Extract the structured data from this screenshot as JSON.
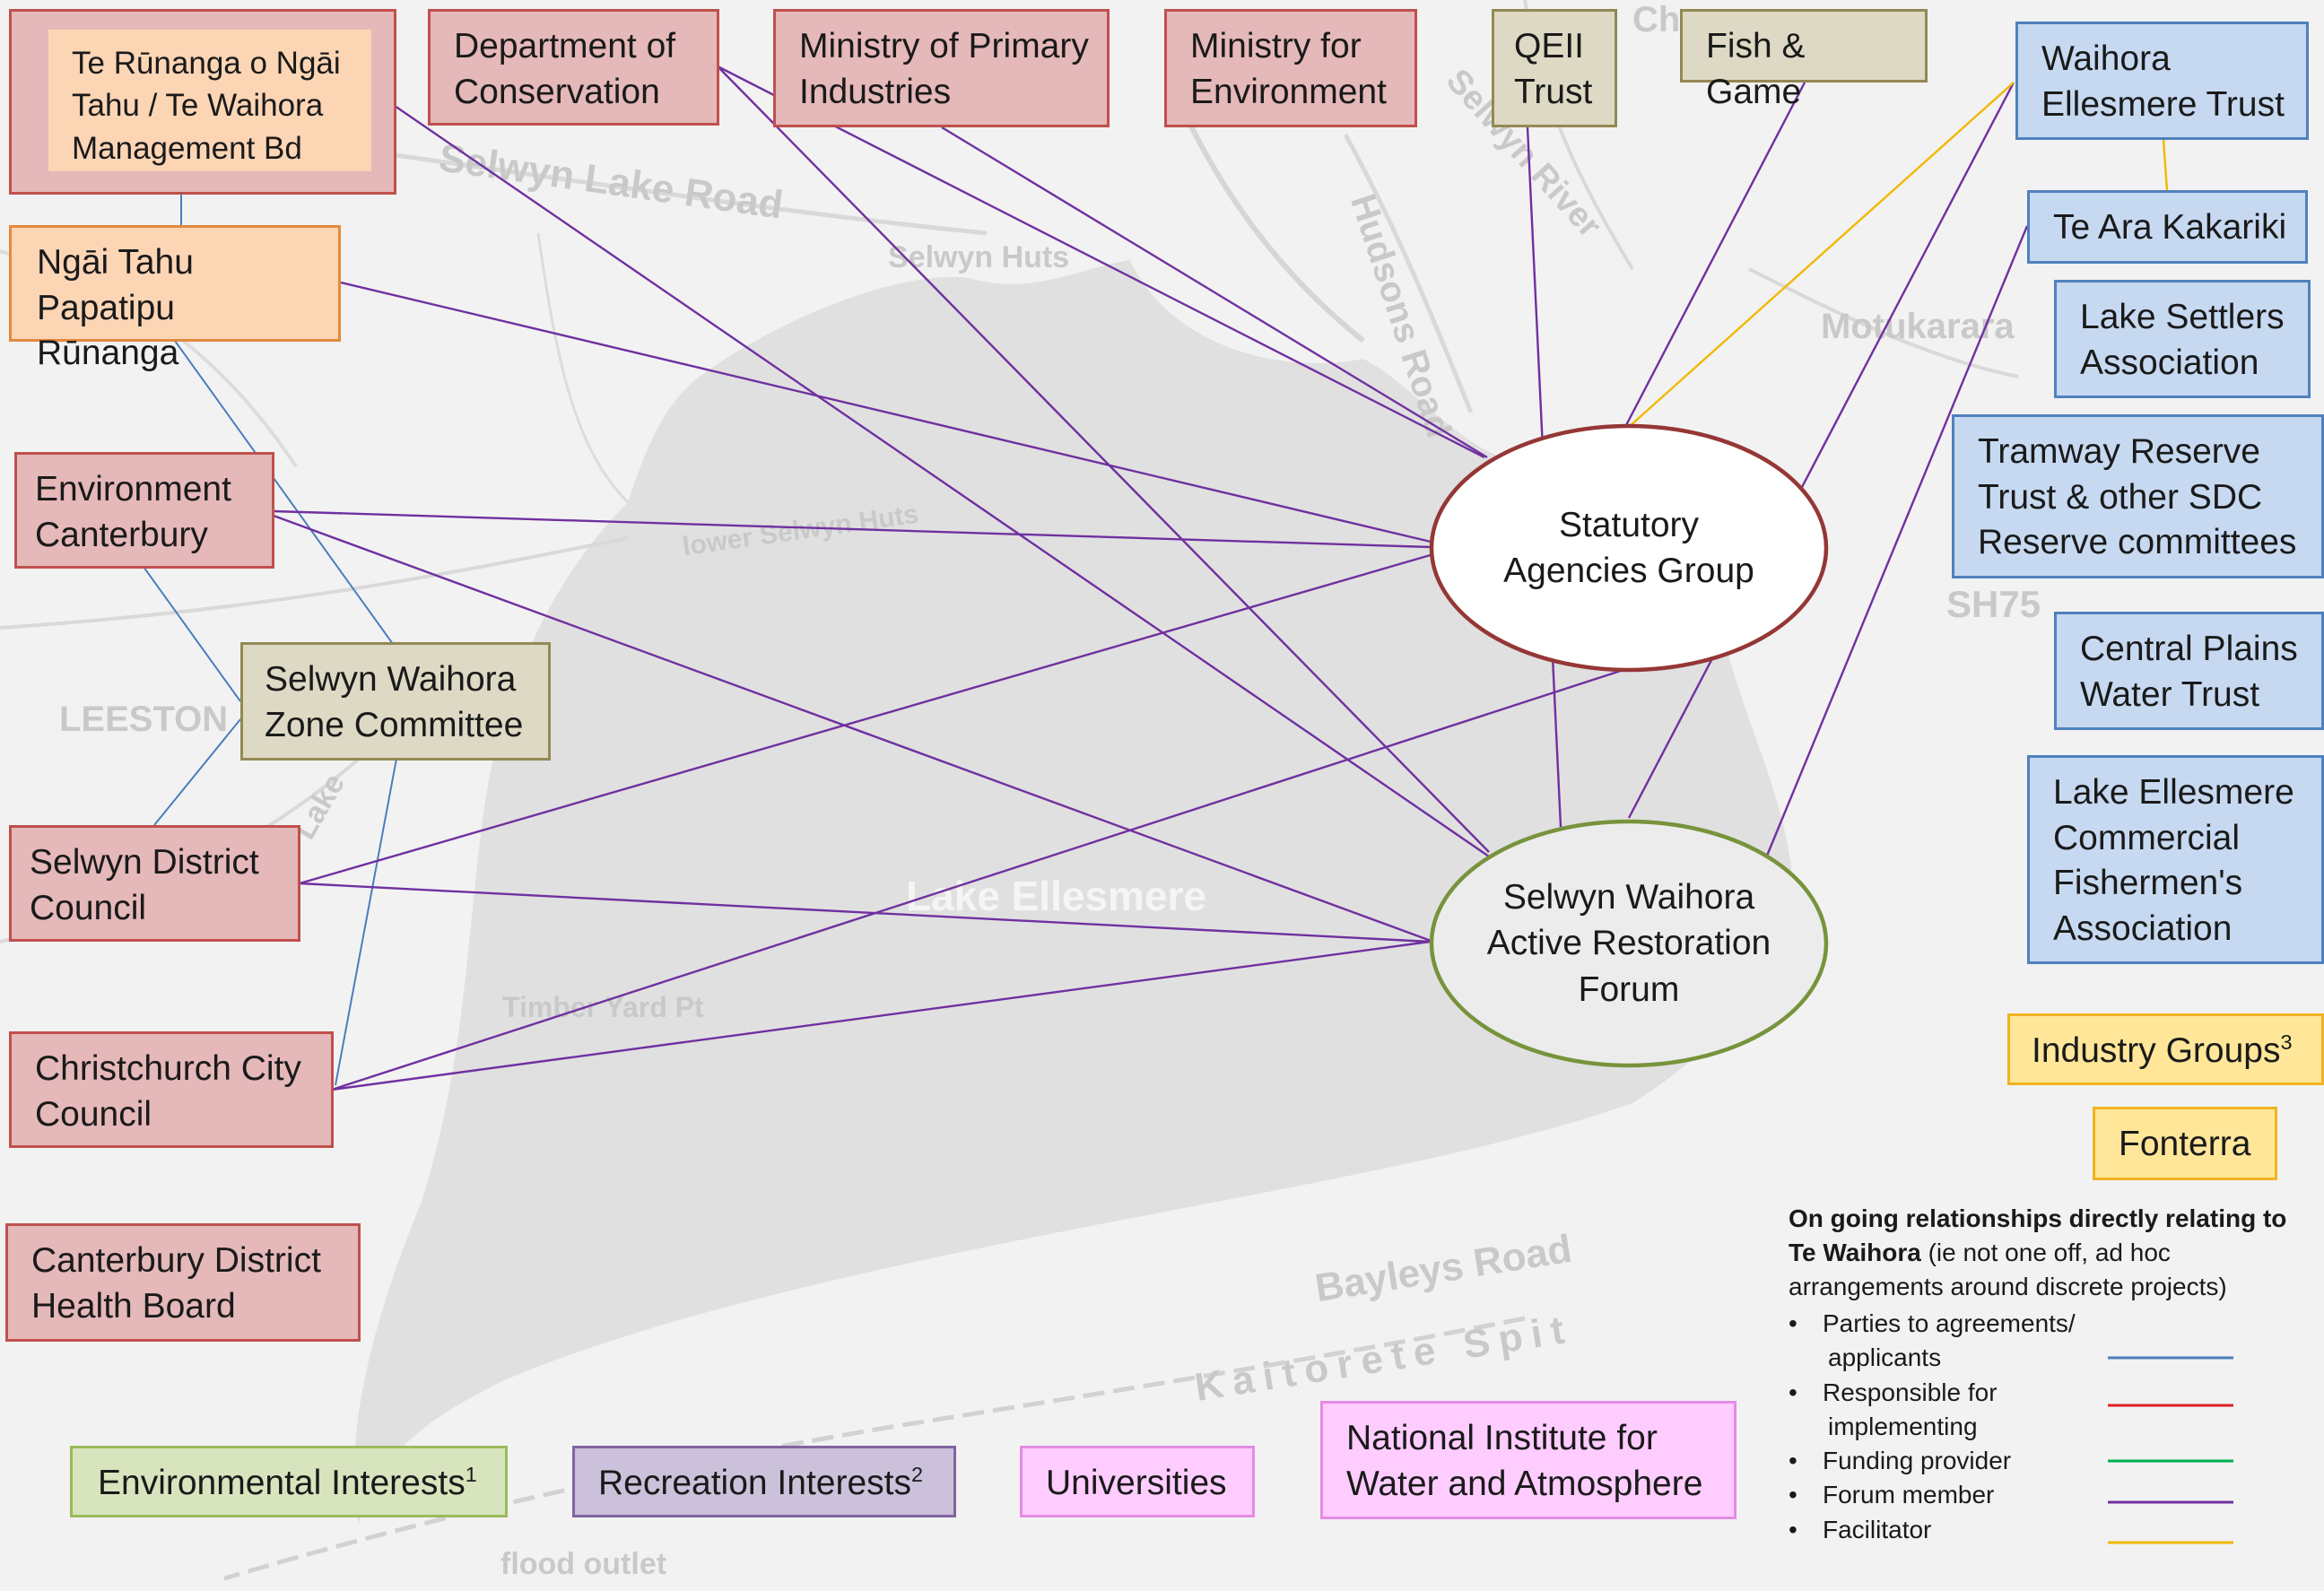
{
  "map_labels": {
    "selwyn_lake_road": "Selwyn Lake Road",
    "selwyn_huts": "Selwyn Huts",
    "hudsons_road": "Hudsons Road",
    "selwyn_river": "Selwyn River",
    "motukarara": "Motukarara",
    "sh75": "SH75",
    "leeston": "LEESTON",
    "lake_ellesmere": "Lake Ellesmere",
    "timber_yard_pt": "Timber Yard Pt",
    "bayleys_road": "Bayleys Road",
    "kaitorete_spit": "Kaitorete Spit",
    "flood_outlet": "flood outlet",
    "lower_selwyn_huts": "lower Selwyn Huts",
    "lake": "Lake",
    "chorlton": "Ch"
  },
  "nodes": {
    "te_runanga": "Te Rūnanga o Ngāi Tahu /  Te Waihora Management Bd",
    "ngai_tahu_papatipu": "Ngāi Tahu Papatipu Rūnanga",
    "environment_canterbury": "Environment Canterbury",
    "selwyn_waihora_zone": "Selwyn Waihora Zone Committee",
    "selwyn_district_council": "Selwyn District Council",
    "christchurch_city_council": "Christchurch City Council",
    "canterbury_dhb": "Canterbury District Health Board",
    "doc": "Department of Conservation",
    "mpi": "Ministry of Primary Industries",
    "mfe": "Ministry for Environment",
    "qeii": "QEII Trust",
    "fish_game": "Fish & Game",
    "waihora_ellesmere_trust": "Waihora Ellesmere Trust",
    "te_ara_kakariki": "Te Ara Kakariki",
    "lake_settlers": "Lake Settlers Association",
    "tramway_reserve": "Tramway Reserve Trust & other SDC Reserve committees",
    "central_plains": "Central Plains Water Trust",
    "lake_ellesmere_fishermen": "Lake Ellesmere Commercial Fishermen's Association",
    "industry_groups": "Industry Groups",
    "industry_groups_sup": "3",
    "fonterra": "Fonterra",
    "environmental_interests": "Environmental Interests",
    "environmental_interests_sup": "1",
    "recreation_interests": "Recreation Interests",
    "recreation_interests_sup": "2",
    "universities": "Universities",
    "niwa": "National Institute for Water and Atmosphere",
    "statutory_agencies": "Statutory Agencies Group",
    "swarf": "Selwyn Waihora Active Restoration Forum"
  },
  "legend": {
    "heading_bold": "On going relationships directly relating to Te Waihora",
    "heading_rest": " (ie not one off, ad hoc arrangements around discrete projects)",
    "items": [
      {
        "bullet": "•",
        "line1": "Parties to agreements/",
        "line2": "applicants",
        "color": "#4a7ebb"
      },
      {
        "bullet": "•",
        "line1": "Responsible for",
        "line2": "implementing",
        "color": "#e02020"
      },
      {
        "bullet": "•",
        "line1": "Funding provider",
        "line2": "",
        "color": "#00b050"
      },
      {
        "bullet": "•",
        "line1": "Forum member",
        "line2": "",
        "color": "#7030a0"
      },
      {
        "bullet": "•",
        "line1": "Facilitator",
        "line2": "",
        "color": "#f2b800"
      }
    ]
  },
  "colors": {
    "parties": "#4a7ebb",
    "forum": "#7030a0",
    "facilitator": "#f2b800",
    "statutory_ellipse": "#953735",
    "swarf_ellipse": "#77933c"
  }
}
